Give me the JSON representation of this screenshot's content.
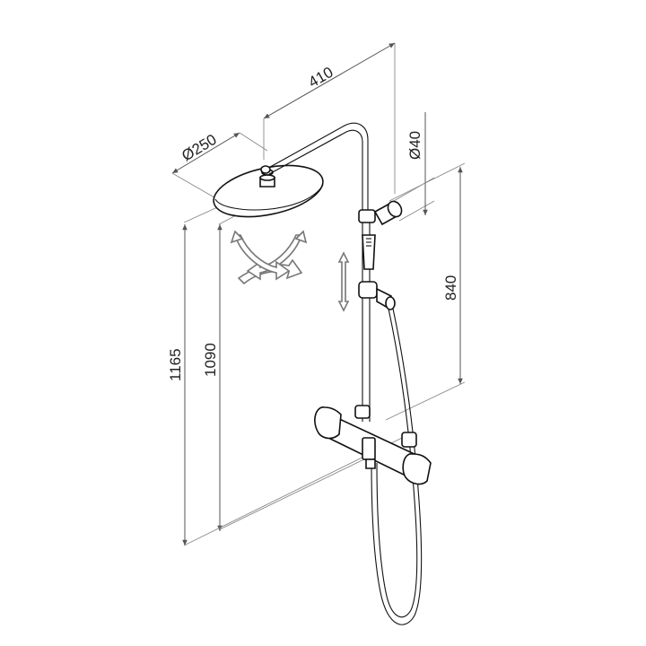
{
  "dimensions": {
    "showerhead_diameter": "Ø250",
    "arm_reach": "410",
    "rail_diameter": "Ø40",
    "rail_height": "840",
    "bracket_height": "1090",
    "overall_height": "1165"
  },
  "colors": {
    "line": "#111111",
    "dimension": "#555555",
    "knurl": "#222222",
    "background": "#ffffff"
  },
  "icons": {
    "rotation": "swivel-arrows-icon",
    "slide": "vertical-slide-arrow-icon"
  }
}
